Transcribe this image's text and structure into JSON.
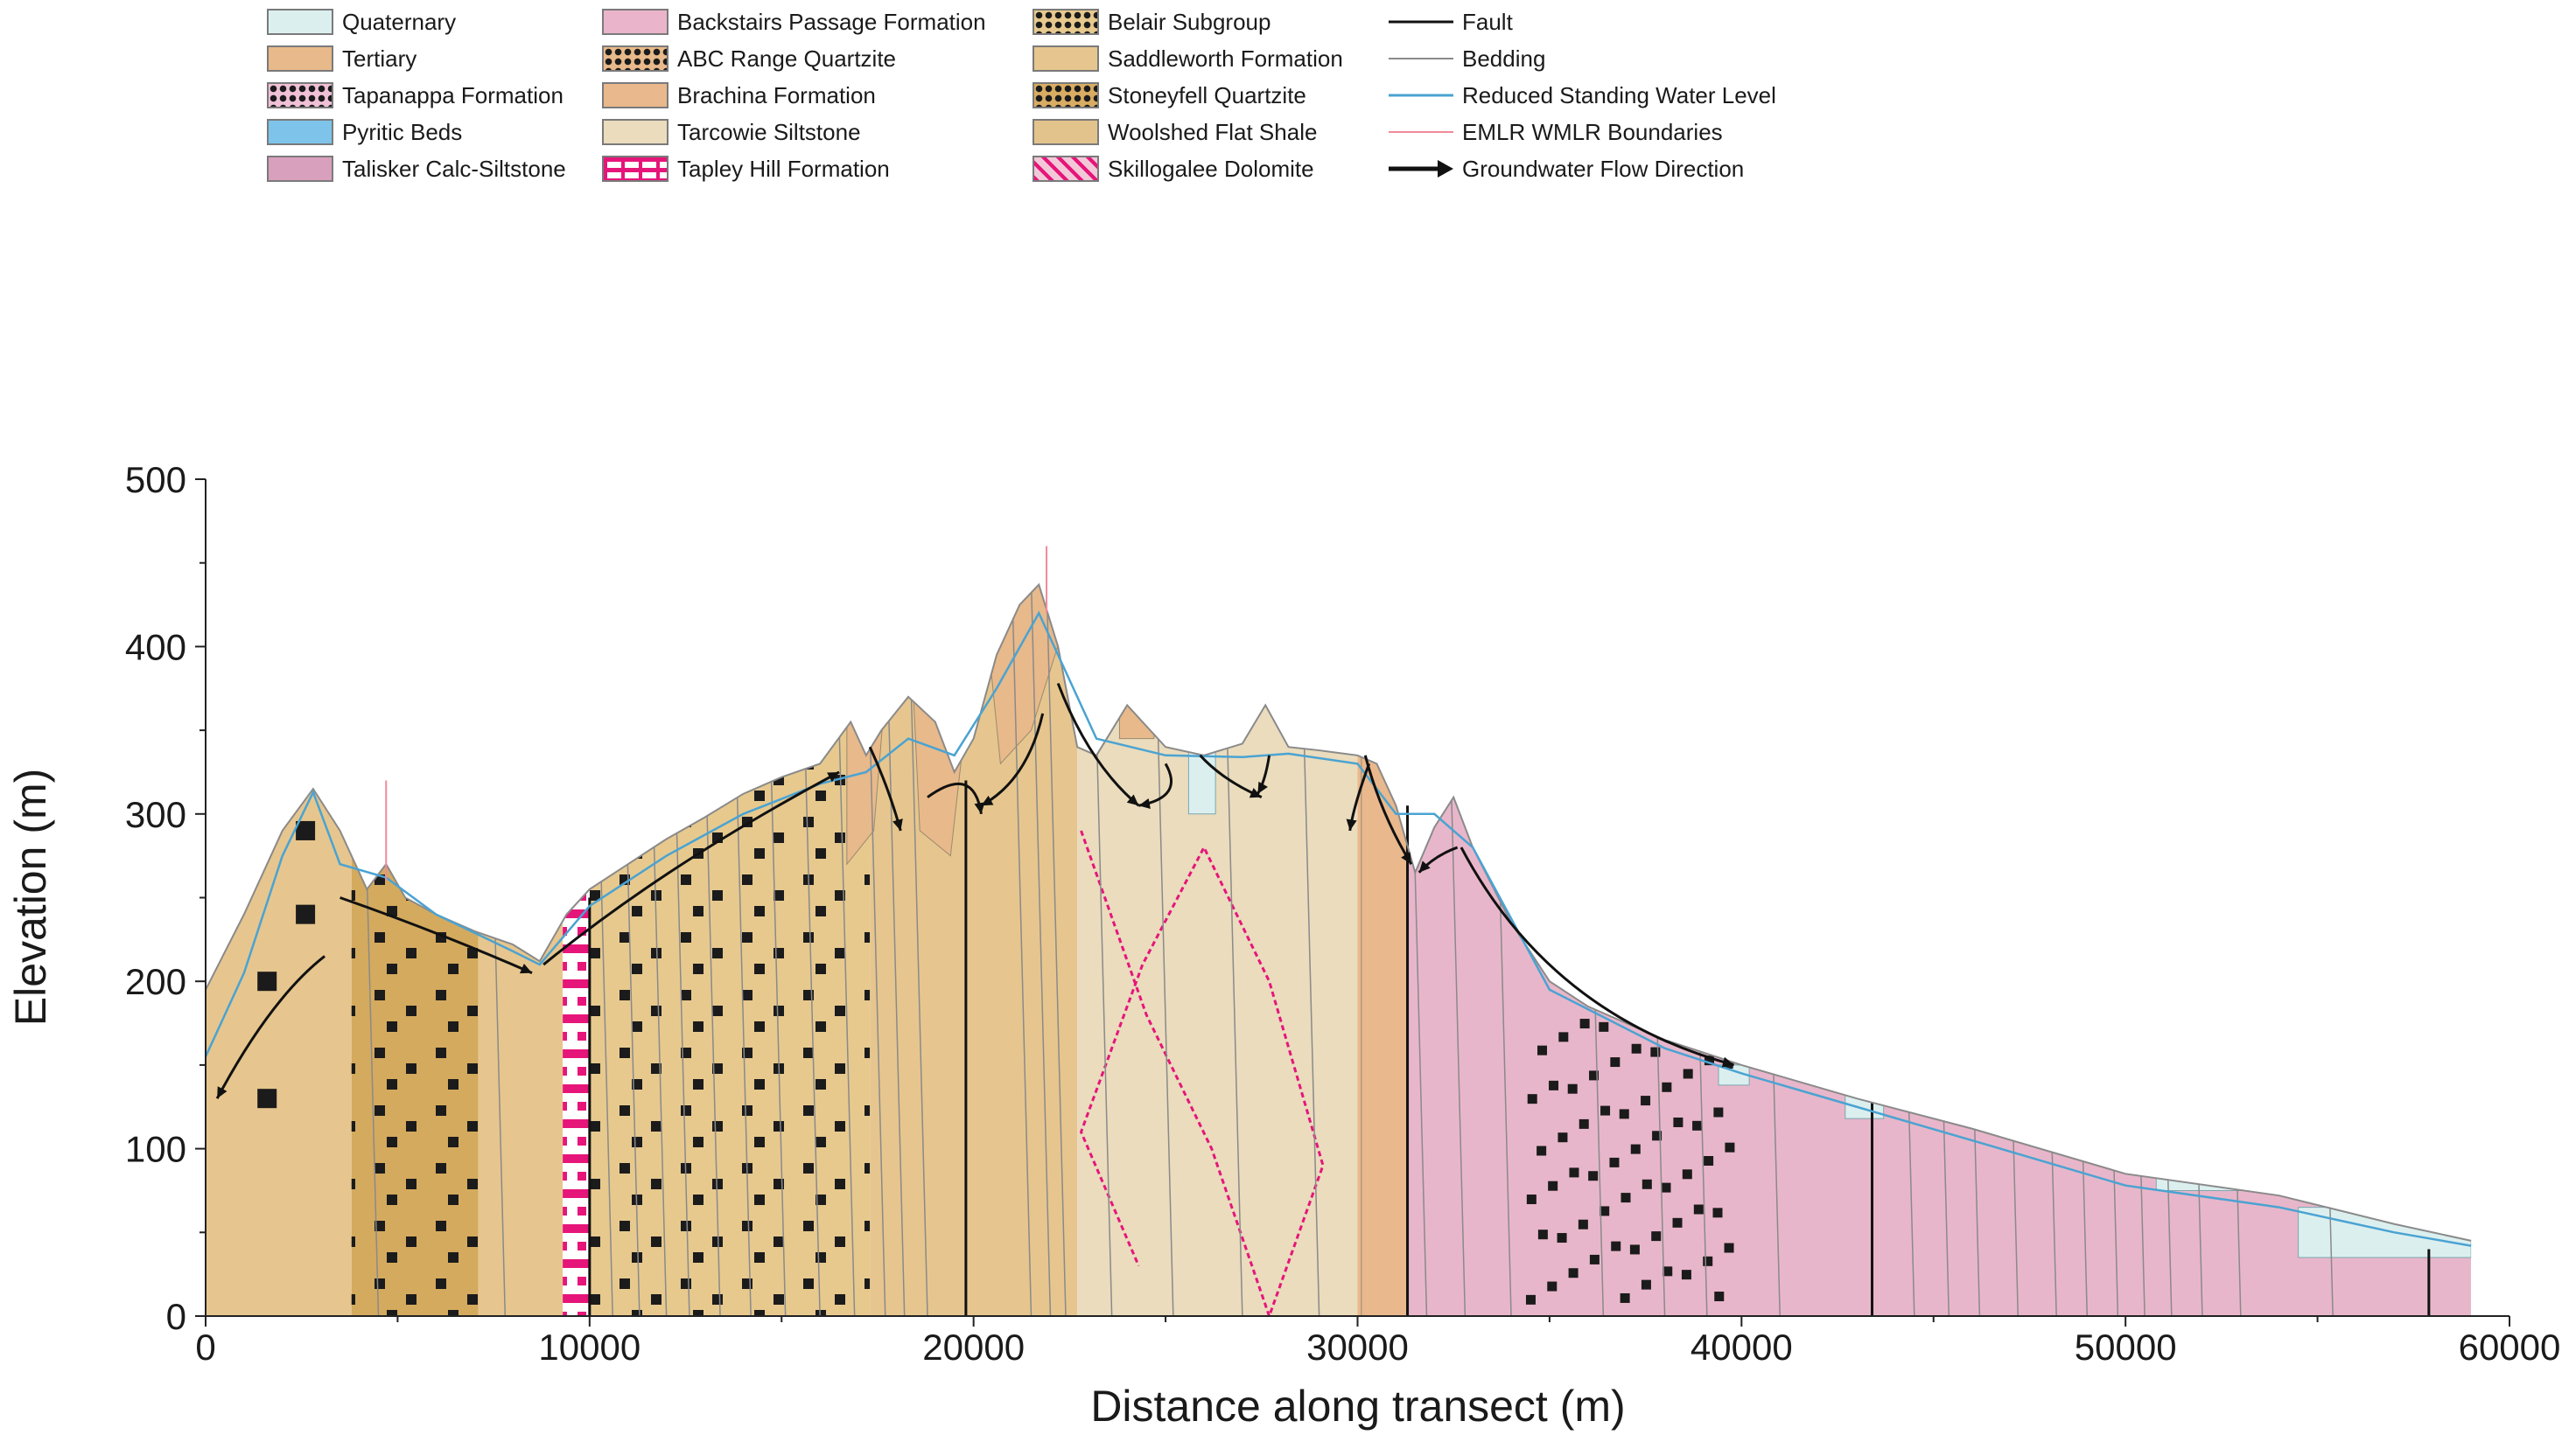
{
  "legend": {
    "col1": [
      {
        "label": "Quaternary",
        "color": "#dcefef",
        "pattern": "none"
      },
      {
        "label": "Tertiary",
        "color": "#e8b98a",
        "pattern": "none"
      },
      {
        "label": "Tapanappa Formation",
        "color": "#f0c0d6",
        "pattern": "dots-dark"
      },
      {
        "label": "Pyritic Beds",
        "color": "#7ec4ea",
        "pattern": "none"
      },
      {
        "label": "Talisker Calc-Siltstone",
        "color": "#d8a0bd",
        "pattern": "none"
      }
    ],
    "col2": [
      {
        "label": "Backstairs Passage Formation",
        "color": "#eab5ca",
        "pattern": "none"
      },
      {
        "label": "ABC Range Quartzite",
        "color": "#e8b98a",
        "pattern": "dots-dark"
      },
      {
        "label": "Brachina Formation",
        "color": "#e9b88c",
        "pattern": "none"
      },
      {
        "label": "Tarcowie Siltstone",
        "color": "#eadcbd",
        "pattern": "none"
      },
      {
        "label": "Tapley Hill Formation",
        "color": "#ffffff",
        "pattern": "bricks-pink"
      }
    ],
    "col3": [
      {
        "label": "Belair Subgroup",
        "color": "#e7c98e",
        "pattern": "dots-dark"
      },
      {
        "label": "Saddleworth Formation",
        "color": "#e6c68e",
        "pattern": "none"
      },
      {
        "label": "Stoneyfell Quartzite",
        "color": "#d8ac62",
        "pattern": "dots-dark"
      },
      {
        "label": "Woolshed Flat Shale",
        "color": "#e3c38c",
        "pattern": "none"
      },
      {
        "label": "Skillogalee Dolomite",
        "color": "#f2c7d8",
        "pattern": "zigzag-pink"
      }
    ],
    "col4": [
      {
        "label": "Fault",
        "type": "fault"
      },
      {
        "label": "Bedding",
        "type": "bedding"
      },
      {
        "label": "Reduced Standing Water Level",
        "type": "water"
      },
      {
        "label": "EMLR WMLR Boundaries",
        "type": "boundary"
      },
      {
        "label": "Groundwater Flow Direction",
        "type": "arrow"
      }
    ]
  },
  "axes": {
    "xlabel": "Distance along transect (m)",
    "ylabel": "Elevation (m)",
    "xticks": [
      "0",
      "10000",
      "20000",
      "30000",
      "40000",
      "50000",
      "60000"
    ],
    "yticks": [
      "0",
      "100",
      "200",
      "300",
      "400",
      "500"
    ],
    "xlim": [
      0,
      60000
    ],
    "ylim": [
      0,
      500
    ]
  },
  "colors": {
    "quaternary": "#dcefef",
    "tertiary": "#e8b98a",
    "saddleworth": "#e6c68e",
    "stoneyfell": "#d4aa5e",
    "belair": "#e7c98e",
    "tarcowie": "#eadcbd",
    "brachina": "#e9b88c",
    "backstairs": "#e8b6ca",
    "pink_pattern": "#e6157a",
    "fault": "#111111",
    "bedding": "#8a8a8a",
    "water": "#4aa3d2",
    "boundary": "#f08a9a"
  },
  "chart_data": {
    "type": "area",
    "xlabel": "Distance along transect (m)",
    "ylabel": "Elevation (m)",
    "xlim": [
      0,
      60000
    ],
    "ylim": [
      0,
      500
    ],
    "grid": false,
    "surface": {
      "x": [
        0,
        1000,
        2000,
        2800,
        3500,
        4200,
        4700,
        5200,
        6000,
        7000,
        8000,
        8700,
        9400,
        10000,
        11000,
        12000,
        13000,
        14000,
        15000,
        16000,
        16800,
        17200,
        17600,
        18300,
        19000,
        19500,
        20000,
        20600,
        21200,
        21700,
        22200,
        22700,
        23200,
        24000,
        25000,
        26000,
        27000,
        27600,
        28200,
        29000,
        30000,
        30500,
        31000,
        31500,
        32000,
        32500,
        33000,
        34000,
        35000,
        36000,
        38000,
        40000,
        43000,
        46000,
        50000,
        54000,
        57000,
        59000
      ],
      "elevation": [
        195,
        240,
        290,
        315,
        290,
        255,
        270,
        250,
        240,
        230,
        222,
        212,
        240,
        255,
        270,
        285,
        298,
        312,
        322,
        330,
        355,
        335,
        350,
        370,
        355,
        325,
        345,
        395,
        425,
        437,
        400,
        340,
        335,
        365,
        340,
        335,
        342,
        365,
        340,
        338,
        335,
        330,
        305,
        265,
        292,
        310,
        280,
        235,
        200,
        185,
        165,
        150,
        130,
        112,
        85,
        72,
        55,
        45
      ]
    },
    "water_level": {
      "x": [
        0,
        1000,
        2000,
        2800,
        3500,
        4700,
        6000,
        8000,
        8700,
        10000,
        12000,
        14000,
        16000,
        17200,
        18300,
        19500,
        20600,
        21700,
        22200,
        23200,
        25000,
        27000,
        28200,
        30000,
        31000,
        32000,
        33000,
        35000,
        38000,
        40000,
        43000,
        46000,
        50000,
        54000,
        57000,
        59000
      ],
      "elevation": [
        155,
        205,
        275,
        313,
        270,
        262,
        240,
        218,
        210,
        245,
        275,
        300,
        318,
        325,
        345,
        335,
        375,
        420,
        395,
        345,
        335,
        334,
        336,
        330,
        300,
        300,
        280,
        195,
        160,
        145,
        125,
        105,
        78,
        65,
        50,
        42
      ]
    },
    "formation_bands_x": [
      {
        "from": 0,
        "to": 3800,
        "unit": "Saddleworth Formation"
      },
      {
        "from": 3800,
        "to": 7100,
        "unit": "Stoneyfell Quartzite"
      },
      {
        "from": 7100,
        "to": 9300,
        "unit": "Saddleworth Formation"
      },
      {
        "from": 9300,
        "to": 10000,
        "unit": "Tapley Hill Formation"
      },
      {
        "from": 10000,
        "to": 17300,
        "unit": "Belair Subgroup"
      },
      {
        "from": 17300,
        "to": 22700,
        "unit": "Saddleworth Formation"
      },
      {
        "from": 22700,
        "to": 30000,
        "unit": "Tarcowie Siltstone"
      },
      {
        "from": 30000,
        "to": 31300,
        "unit": "Brachina Formation"
      },
      {
        "from": 31300,
        "to": 59000,
        "unit": "Backstairs Passage Formation"
      }
    ]
  }
}
